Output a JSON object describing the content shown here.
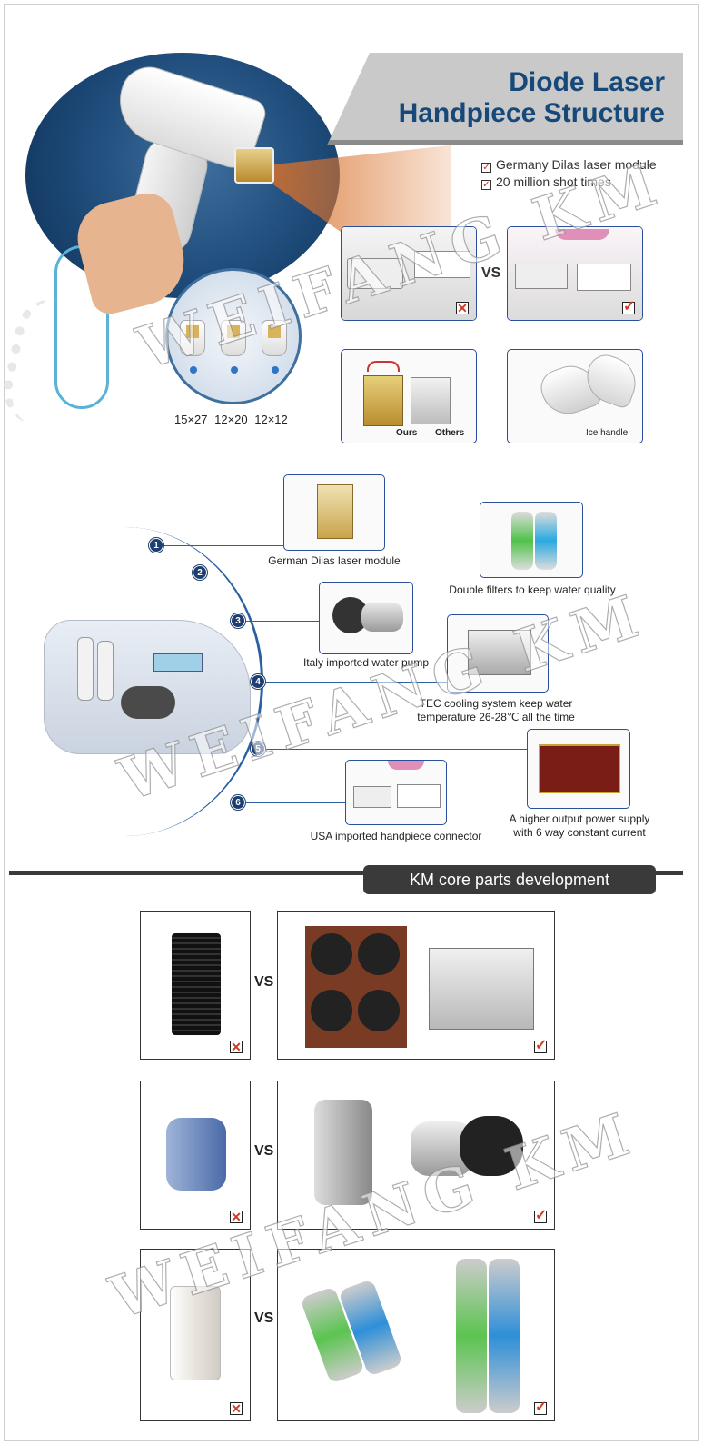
{
  "header": {
    "title_line1": "Diode Laser",
    "title_line2": "Handpiece Structure",
    "features": [
      "Germany Dilas laser module",
      "20 million shot times"
    ]
  },
  "tip_sizes": "15×27  12×20  12×12",
  "comparison_top": {
    "vs_label": "VS",
    "module_labels": {
      "ours": "Ours",
      "others": "Others"
    },
    "ice_handle_label": "Ice handle"
  },
  "components": [
    {
      "number": "1",
      "label": "German Dilas laser module"
    },
    {
      "number": "2",
      "label": "Double filters to keep water quality"
    },
    {
      "number": "3",
      "label": "Italy imported water pump"
    },
    {
      "number": "4",
      "label_line1": "TEC cooling system keep water",
      "label_line2": "temperature 26-28℃  all the time"
    },
    {
      "number": "5",
      "label_line1": "A higher output power supply",
      "label_line2": "with 6 way constant current"
    },
    {
      "number": "6",
      "label": "USA imported handpiece connector"
    }
  ],
  "core_parts": {
    "title": "KM core parts development",
    "vs_label": "VS"
  },
  "watermark": "WEIFANG KM",
  "colors": {
    "title_blue": "#16487a",
    "accent_red": "#d23a1f",
    "line_blue": "#2a5fa0",
    "dark_band": "#3a3a3a"
  },
  "icons": {
    "bad": "cross-icon",
    "good": "check-icon"
  }
}
